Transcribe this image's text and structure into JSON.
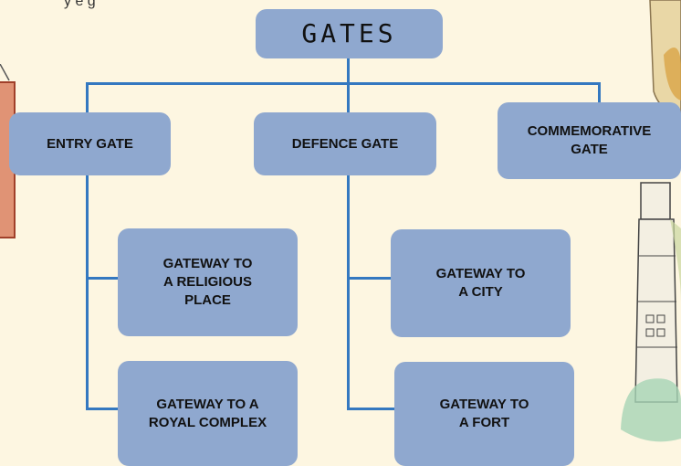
{
  "top_text": "y      e    g",
  "root": {
    "label": "GATES"
  },
  "level1": [
    {
      "label": "ENTRY GATE"
    },
    {
      "label": "DEFENCE GATE"
    },
    {
      "label": "COMMEMORATIVE\nGATE"
    }
  ],
  "entry_children": [
    {
      "label": "GATEWAY TO\nA RELIGIOUS\nPLACE"
    },
    {
      "label": "GATEWAY TO A\nROYAL COMPLEX"
    }
  ],
  "defence_children": [
    {
      "label": "GATEWAY TO\nA CITY"
    },
    {
      "label": "GATEWAY TO\nA FORT"
    }
  ],
  "colors": {
    "node_fill": "#8fa8cf",
    "connector": "#3478c0",
    "background": "#fdf6e1"
  }
}
